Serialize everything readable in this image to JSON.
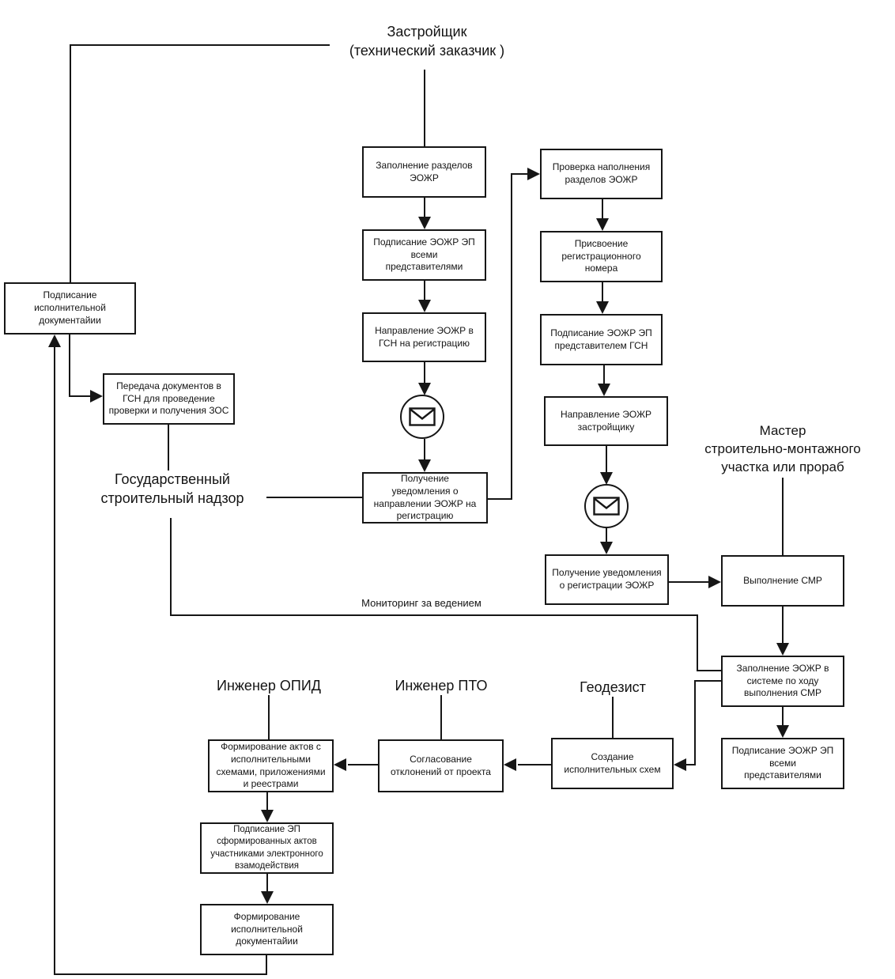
{
  "title": "Застройщик\n(технический заказчик )",
  "labels": {
    "gsn": "Государственный\nстроительный надзор",
    "master": "Мастер\nстроительно-монтажного\nучастка или прораб",
    "opid": "Инженер ОПИД",
    "pto": "Инженер ПТО",
    "geodesist": "Геодезист",
    "monitoring": "Мониторинг за ведением"
  },
  "boxes": {
    "sign_exec_docs": "Подписание\nисполнительной\nдокументайии",
    "transfer_docs_gsn": "Передача документов  в\nГСН для проведение\nпроверки и получения ЗОС",
    "fill_sections": "Заполнение разделов\nЭОЖР",
    "sign_all_reps": "Подписание ЭОЖР ЭП\nвсеми\nпредставителями",
    "send_to_gsn": "Направление ЭОЖР в\nГСН на регистрацию",
    "notice_sent": "Получение\nуведомления о\nнаправлении ЭОЖР на\nрегистрацию",
    "check_sections": "Проверка наполнения\nразделов ЭОЖР",
    "assign_number": "Присвоение\nрегистрационного\nномера",
    "sign_gsn_rep": "Подписание ЭОЖР ЭП\nпредставителем ГСН",
    "send_to_developer": "Направление ЭОЖР\nзастройщику",
    "notice_registered": "Получение уведомления\nо регистрации ЭОЖР",
    "perform_smr": "Выполнение СМР",
    "fill_during_smr": "Заполнение ЭОЖР в\nсистеме по ходу\nвыполнения СМР",
    "sign_all_reps_2": "Подписание ЭОЖР ЭП\nвсеми\nпредставителями",
    "form_acts": "Формирование актов с\nисполнительными\nсхемами, приложениями\nи реестрами",
    "sign_acts": "Подписание ЭП\nсформированных актов\nучастниками электронного\nвзамодействия",
    "form_exec_docs": "Формирование\nисполнительной\nдокументайии",
    "agree_deviations": "Согласование\nотклонений от проекта",
    "create_schemes": "Создание\nисполнительных схем"
  },
  "icons": {
    "envelope": "✉"
  },
  "colors": {
    "line": "#161616",
    "background": "#ffffff"
  }
}
